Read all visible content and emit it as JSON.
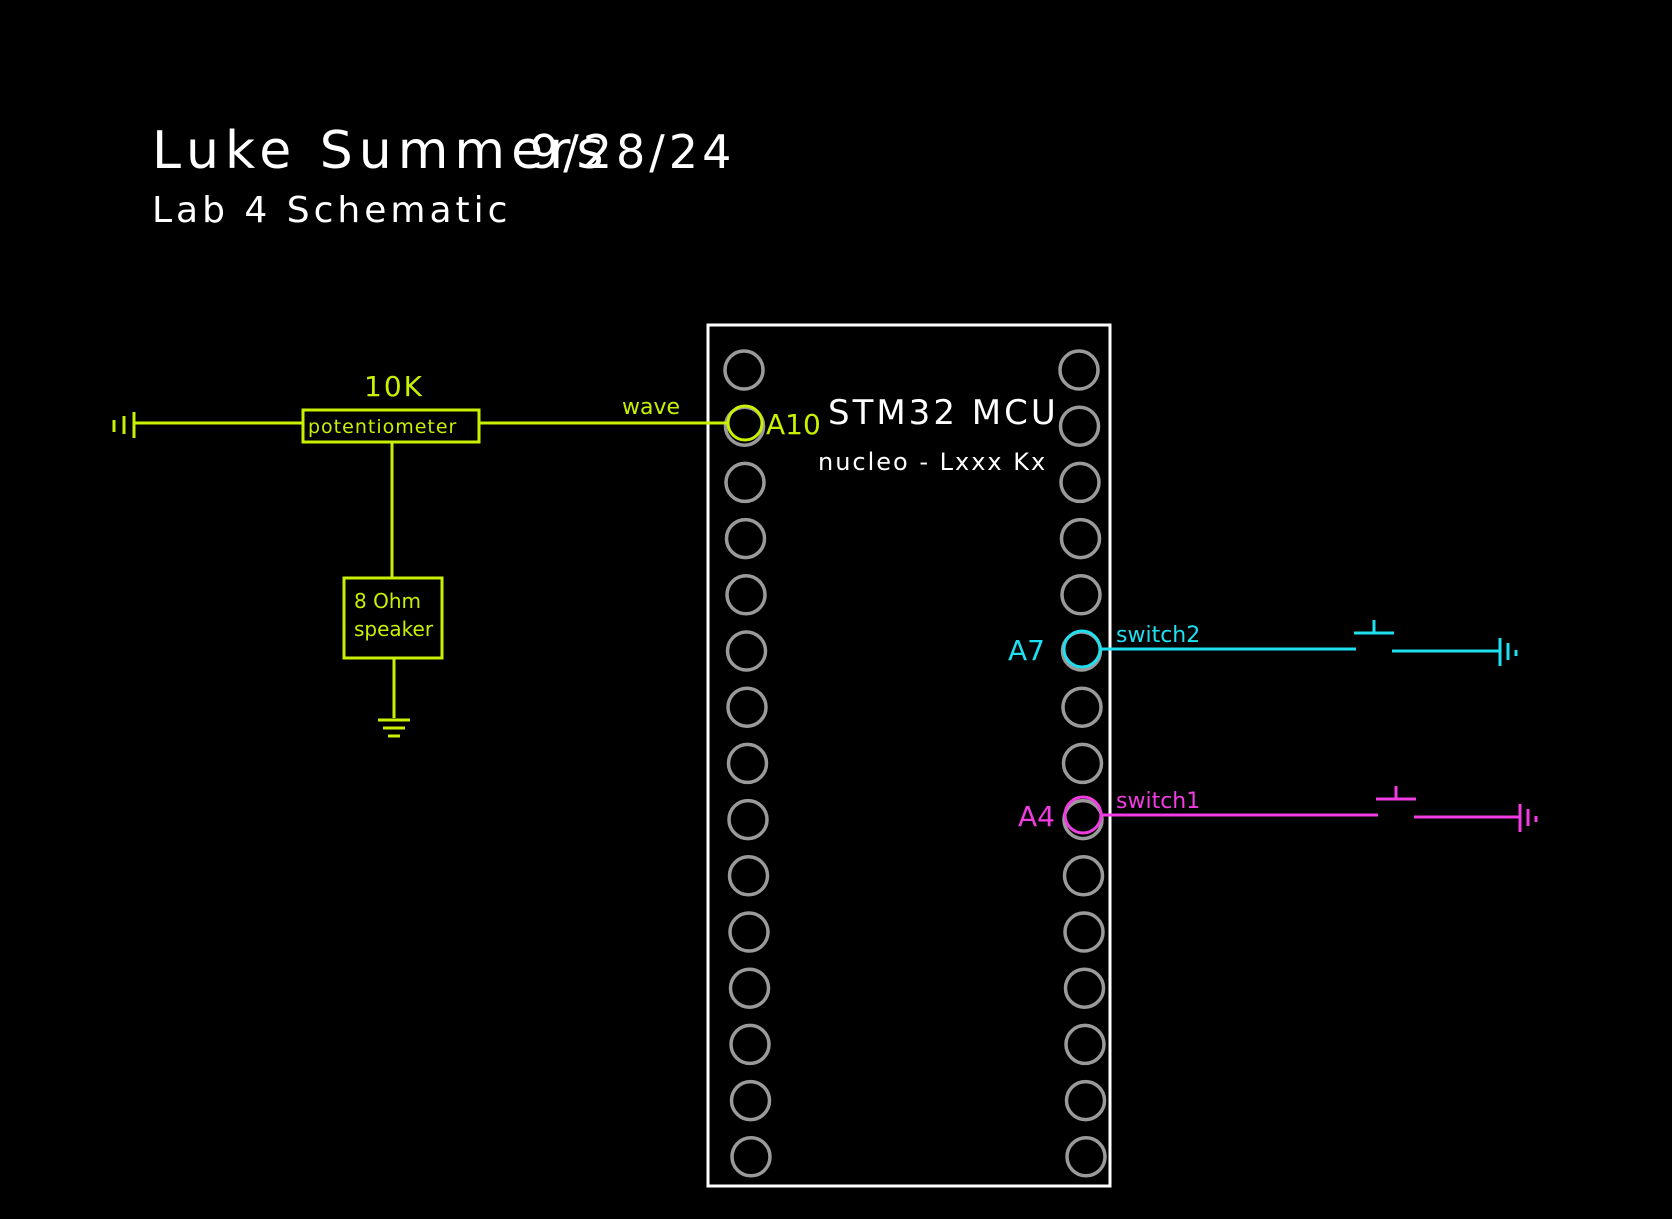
{
  "header": {
    "author": "Luke Summers",
    "date": "9/28/24",
    "subtitle": "Lab 4 Schematic"
  },
  "colors": {
    "background": "#000000",
    "white": "#ffffff",
    "pin_gray": "#9a9a9a",
    "wave_circuit": "#c8f000",
    "switch2_circuit": "#1ee0f0",
    "switch1_circuit": "#f03ce0"
  },
  "mcu": {
    "name": "STM32 MCU",
    "board": "nucleo - Lxxx Kx"
  },
  "potentiometer": {
    "value": "10K",
    "label": "potentiometer"
  },
  "speaker": {
    "line1": "8 Ohm",
    "line2": "speaker"
  },
  "nets": {
    "wave": "wave",
    "switch2": "switch2",
    "switch1": "switch1"
  },
  "pins": {
    "a10": "A10",
    "a7": "A7",
    "a4": "A4"
  }
}
